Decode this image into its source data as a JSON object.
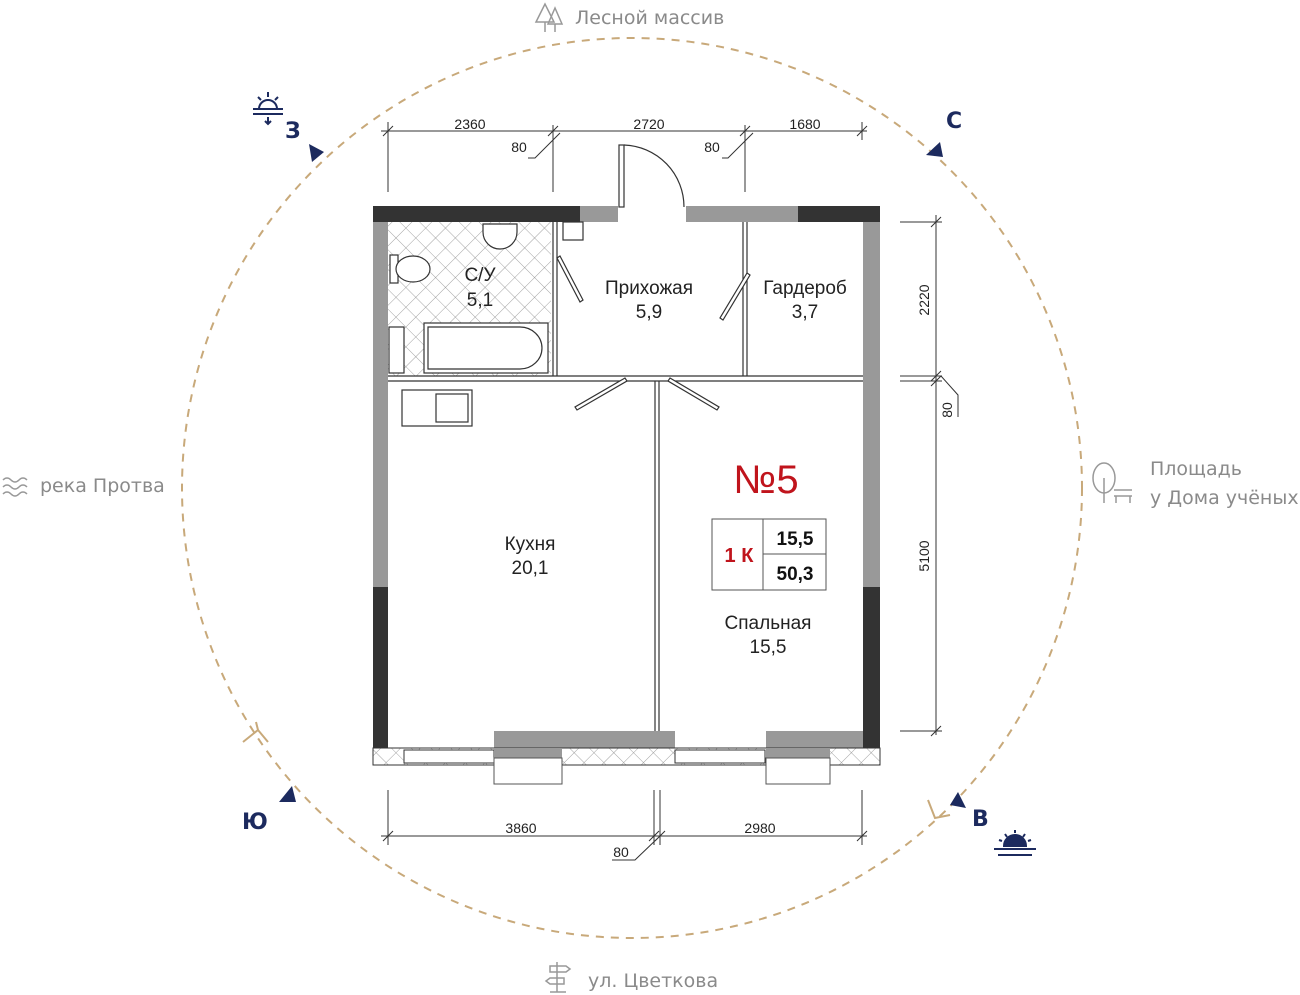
{
  "landmarks": {
    "north": "Лесной массив",
    "west": "река Протва",
    "east_line1": "Площадь",
    "east_line2": "у Дома учёных",
    "south": "ул. Цветкова"
  },
  "compass": {
    "w": "З",
    "n": "С",
    "s": "Ю",
    "e": "В"
  },
  "rooms": {
    "bathroom": {
      "name": "С/У",
      "area": "5,1"
    },
    "hall": {
      "name": "Прихожая",
      "area": "5,9"
    },
    "wardrobe": {
      "name": "Гардероб",
      "area": "3,7"
    },
    "kitchen": {
      "name": "Кухня",
      "area": "20,1"
    },
    "bedroom": {
      "name": "Спальная",
      "area": "15,5"
    }
  },
  "apartment": {
    "number": "№5",
    "type": "1 К",
    "living_area": "15,5",
    "total_area": "50,3"
  },
  "dimensions": {
    "top": [
      "2360",
      "80",
      "2720",
      "80",
      "1680"
    ],
    "right": [
      "2220",
      "80",
      "5100"
    ],
    "bottom": [
      "3860",
      "80",
      "2980"
    ]
  },
  "colors": {
    "compass": "#1c2a5e",
    "circle": "#c8a97a",
    "accent": "#c0141c"
  }
}
